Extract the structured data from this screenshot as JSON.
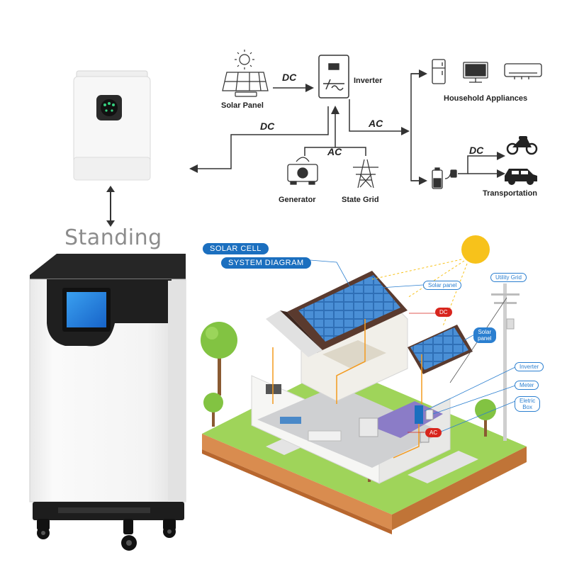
{
  "flow": {
    "solar_panel": "Solar Panel",
    "inverter": "Inverter",
    "household": "Household Appliances",
    "generator": "Generator",
    "state_grid": "State Grid",
    "transportation": "Transportation",
    "dc_top": "DC",
    "dc_left": "DC",
    "ac_right": "AC",
    "ac_bottom": "AC",
    "dc_transport": "DC"
  },
  "standing_label": "Standing",
  "diagram": {
    "title_line1": "SOLAR CELL",
    "title_line2": "SYSTEM DIAGRAM",
    "solar_panel_1": "Solar panel",
    "solar_panel_2_line1": "Solar",
    "solar_panel_2_line2": "panel",
    "dc": "DC",
    "ac": "AC",
    "utility_grid": "Utility Grid",
    "inverter": "Inverter",
    "meter": "Meter",
    "box_line1": "Eletric",
    "box_line2": "Box"
  },
  "colors": {
    "accent_blue": "#1b6fbf",
    "callout_red": "#d8251d",
    "grass": "#7ec241",
    "soil": "#d98c4f",
    "panel_blue": "#2f6fb6",
    "roof": "#5a3a2e",
    "sun": "#f7c21b"
  }
}
